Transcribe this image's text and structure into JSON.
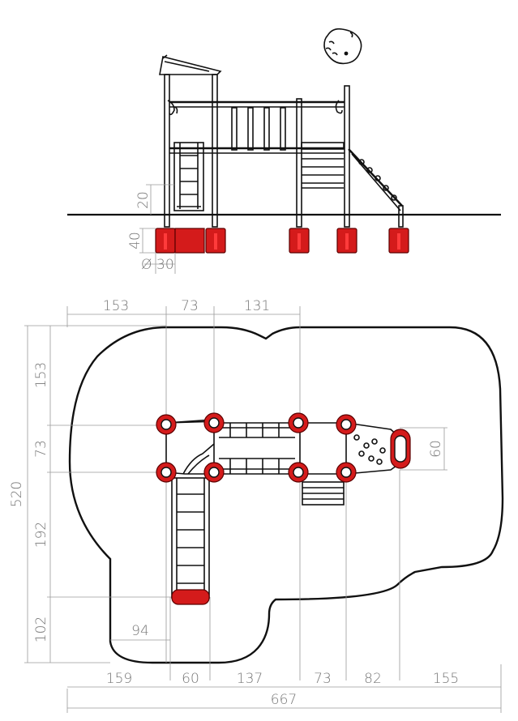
{
  "side_view": {
    "dims": {
      "height_above": "20",
      "depth": "40",
      "post_diameter_symbol": "Ø",
      "post_diameter": "30"
    }
  },
  "plan_view": {
    "top_dims": [
      "153",
      "73",
      "131"
    ],
    "left_dims": [
      "153",
      "73",
      "192",
      "102"
    ],
    "total_height": "520",
    "right_dim": "60",
    "inner_dim": "94",
    "bottom_dims": [
      "159",
      "60",
      "137",
      "73",
      "82",
      "155"
    ],
    "total_width": "667"
  }
}
